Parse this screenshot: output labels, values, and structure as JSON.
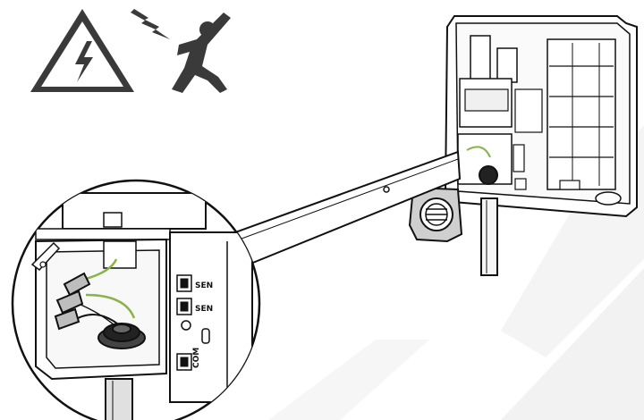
{
  "labels": {
    "sensor_top": "SEN",
    "sensor_bottom": "SEN",
    "common": "COM"
  },
  "icons": {
    "warning": "high-voltage-warning-icon",
    "shock": "electric-shock-person-icon"
  },
  "colors": {
    "line": "#111111",
    "green_wire": "#8ab34a",
    "gray_connector": "#bdbdbd",
    "watermark": "#f2f2f2",
    "background": "#ffffff"
  }
}
